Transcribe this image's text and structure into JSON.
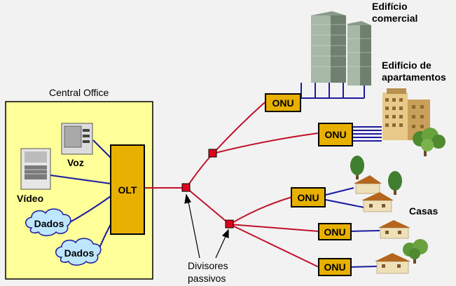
{
  "central_office": {
    "title": "Central Office"
  },
  "olt": {
    "label": "OLT"
  },
  "sources": {
    "voz": "Voz",
    "video": "Vídeo",
    "dados_1": "Dados",
    "dados_2": "Dados"
  },
  "onus": [
    "ONU",
    "ONU",
    "ONU",
    "ONU",
    "ONU"
  ],
  "buildings": {
    "commercial_line1": "Edifício",
    "commercial_line2": "comercial",
    "apartments_line1": "Edifício de",
    "apartments_line2": "apartamentos",
    "houses": "Casas"
  },
  "splitters": {
    "line1": "Divisores",
    "line2": "passivos"
  },
  "colors": {
    "central_office_fill": "#ffff99",
    "equipment_fill": "#e8b000",
    "fiber_line": "#c0102a",
    "copper_line": "#1a1aa0",
    "splitter_fill": "#e0001a",
    "cloud_fill": "#bfe6ff"
  }
}
